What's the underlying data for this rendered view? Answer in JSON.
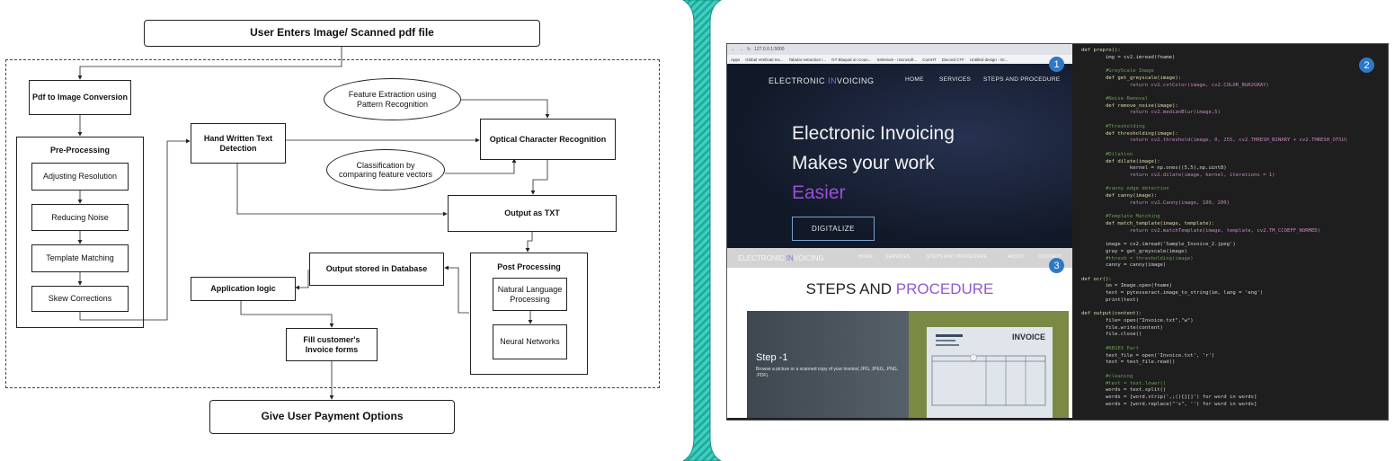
{
  "flowchart": {
    "start": "User Enters Image/ Scanned pdf file",
    "pdf_to_image": "Pdf to Image Conversion",
    "preprocessing": {
      "title": "Pre-Processing",
      "steps": [
        "Adjusting Resolution",
        "Reducing Noise",
        "Template Matching",
        "Skew Corrections"
      ]
    },
    "handwritten": "Hand Written Text Detection",
    "feature_extraction": "Feature Extraction using Pattern Recognition",
    "classification": "Classification by comparing feature vectors",
    "ocr": "Optical Character Recognition",
    "output_txt": "Output as TXT",
    "postprocessing": {
      "title": "Post Processing",
      "steps": [
        "Natural Language Processing",
        "Neural Networks"
      ]
    },
    "database": "Output stored in Database",
    "app_logic": "Application logic",
    "fill_forms": "Fill customer's Invoice forms",
    "payment": "Give User Payment Options"
  },
  "collage": {
    "browser": {
      "address": "127.0.0.1:5000",
      "bookmarks": [
        "Apps",
        "Global Verificati Ins...",
        "Tabular extraction i...",
        "GT Blaqual on Coun...",
        "Selenium - microsoft...",
        "ComHT",
        "Discord CTF",
        "Untitled design - Gr..."
      ],
      "logo_prefix": "EL",
      "logo_mid1": "ECTRONIC ",
      "logo_accent": "IN",
      "logo_rest": "VOICING",
      "nav": [
        "HOME",
        "SERVICES",
        "STEPS AND PROCEDURE"
      ],
      "hero_lines": [
        "Electronic Invoicing",
        "Makes your work",
        "Easier"
      ],
      "cta": "DIGITALIZE",
      "nav2": [
        "HOME",
        "SERVICES",
        "STEPS AND PROCEDURE",
        "ABOUT",
        "CONTACT"
      ],
      "steps_title_a": "STEPS AND ",
      "steps_title_b": "PROCEDURE",
      "step_label": "Step -1",
      "step_desc": "Browse a picture or a scanned copy of your invoice( JPG, JPEG, .PNG, .PDF).",
      "invoice_word": "INVOICE"
    },
    "badges": [
      "1",
      "2",
      "3"
    ],
    "code_lines": [
      "def prepro():",
      "        img = cv2.imread(fname)",
      "",
      "        #GreyScale Image",
      "        def get_greyscale(image):",
      "                return cv2.cvtColor(image, cv2.COLOR_BGR2GRAY)",
      "",
      "        #Noise Removal",
      "        def remove_noise(image):",
      "                return cv2.medianBlur(image,5)",
      "",
      "        #Thresholding",
      "        def thresholding(image):",
      "                return cv2.threshold(image, 0, 255, cv2.THRESH_BINARY + cv2.THRESH_OTSU)",
      "",
      "        #Dilation",
      "        def dilate(image):",
      "                kernel = np.ones((5,5),np.uint8)",
      "                return cv2.dilate(image, kernel, iterations = 1)",
      "",
      "        #canny edge detection",
      "        def canny(image):",
      "                return cv2.Canny(image, 100, 200)",
      "",
      "        #Template Matching",
      "        def match_template(image, template):",
      "                return cv2.matchTemplate(image, template, cv2.TM_CCOEFF_NORMED)",
      "",
      "        image = cv2.imread('Sample_Invoice_2.jpeg')",
      "        gray = get_greyscale(image)",
      "        #thresh = thresholding(image)",
      "        canny = canny(image)",
      "",
      "def ocr():",
      "        im = Image.open(fname)",
      "        text = pytesseract.image_to_string(im, lang = 'eng')",
      "        print(text)",
      "",
      "def output(content):",
      "        file= open(\"Invoice.txt\",\"w\")",
      "        file.write(content)",
      "        file.close()",
      "",
      "        #REGEX Part",
      "        text_file = open('Invoice.txt', 'r')",
      "        text = text_file.read()",
      "",
      "        #cleaning",
      "        #text = text.lower()",
      "        words = text.split()",
      "        words = [word.strip(',;(){}[]') for word in words]",
      "        words = [word.replace(\"'s\", '') for word in words]"
    ]
  },
  "colors": {
    "accent_purple": "#8e5ad0",
    "divider_teal": "#2bbfb0",
    "badge_blue": "#2e79c6",
    "code_bg": "#1e1e1e"
  }
}
